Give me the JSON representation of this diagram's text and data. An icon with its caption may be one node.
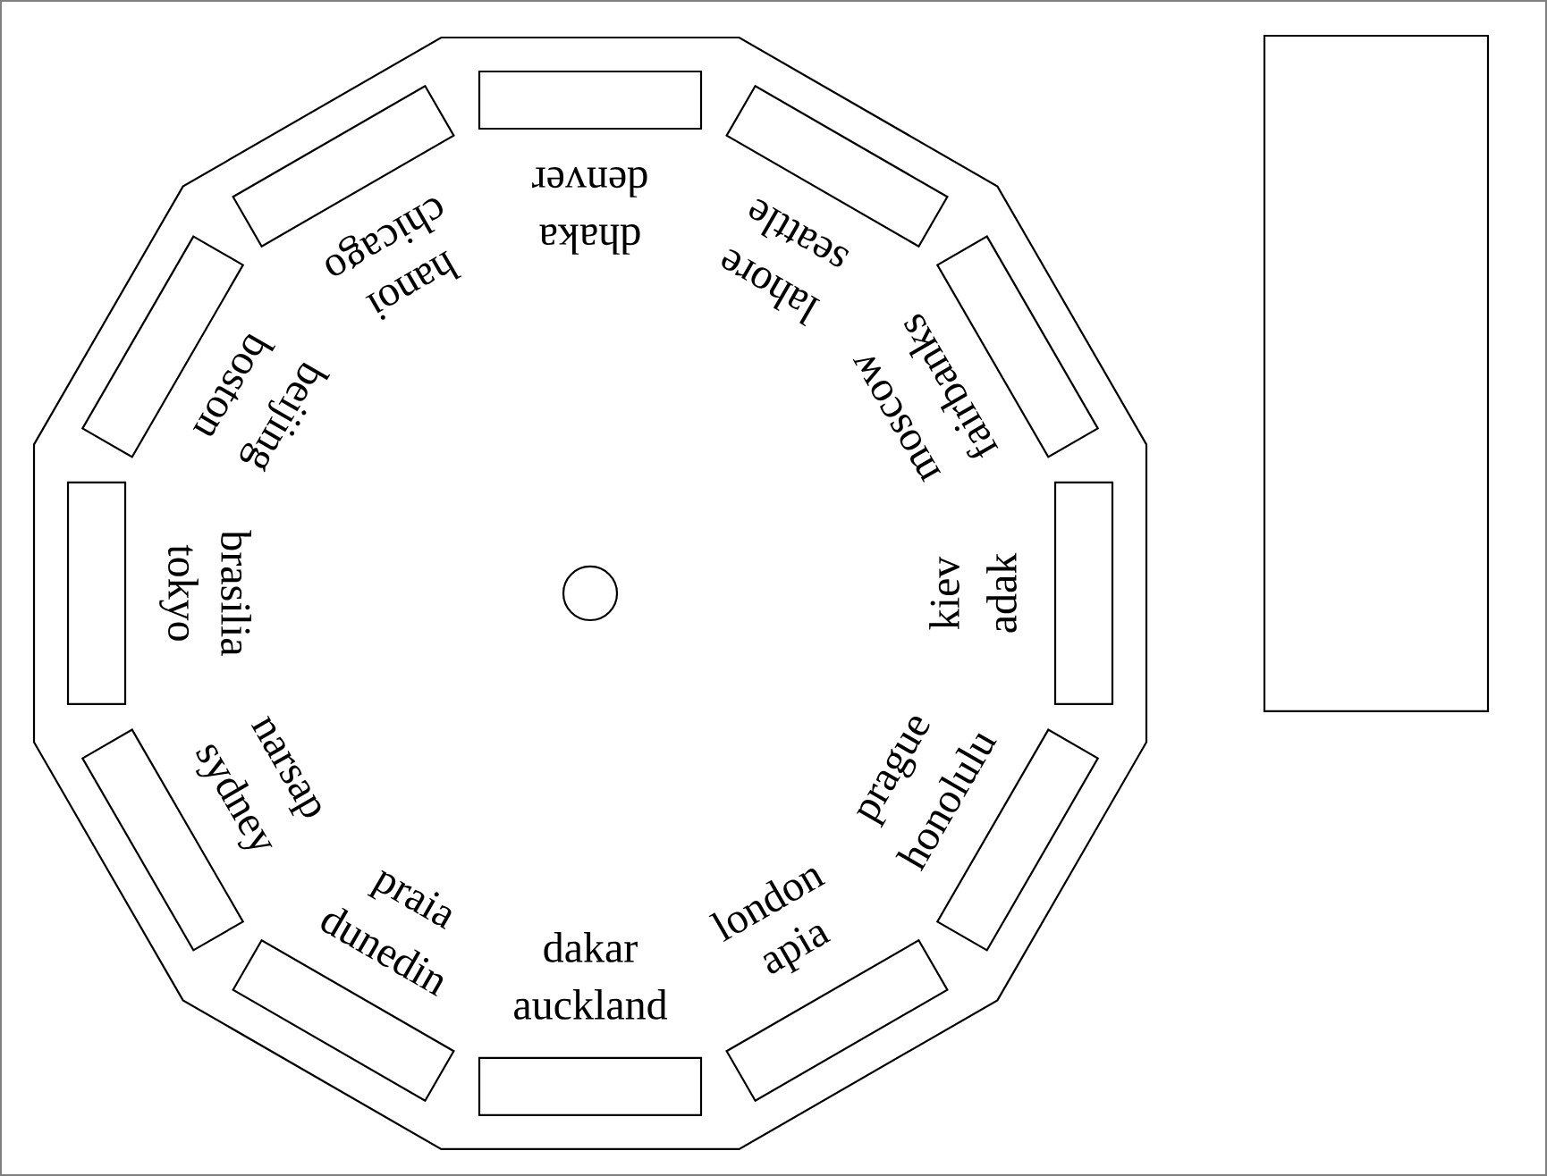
{
  "diagram": {
    "labels": [
      "denver",
      "dhaka",
      "chicago",
      "seattle",
      "hanoi",
      "lahore",
      "boston",
      "fairbanks",
      "beijing",
      "moscow",
      "brasilia",
      "tokyo",
      "kiev",
      "adak",
      "narsap",
      "prague",
      "sydney",
      "honolulu",
      "praia",
      "london",
      "dunedin",
      "apia",
      "dakar",
      "auckland"
    ]
  }
}
